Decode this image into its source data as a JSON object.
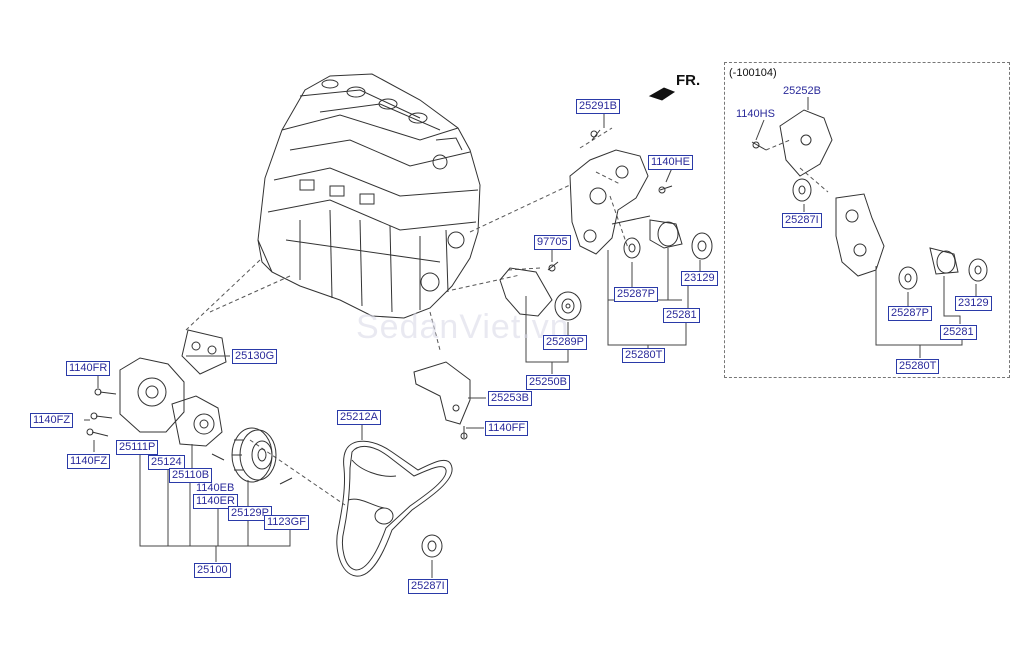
{
  "header": {
    "direction_label": "FR."
  },
  "variant_box": {
    "label": "(-100104)"
  },
  "watermark": "SedanViet.vn",
  "callouts": {
    "p25291B": "25291B",
    "p1140HE": "1140HE",
    "p97705": "97705",
    "p23129a": "23129",
    "p25287Pa": "25287P",
    "p25281a": "25281",
    "p25289P": "25289P",
    "p25280Ta": "25280T",
    "p25250B": "25250B",
    "p25253B": "25253B",
    "p1140FF": "1140FF",
    "p25212A": "25212A",
    "p25130G": "25130G",
    "p1140FR": "1140FR",
    "p1140FZa": "1140FZ",
    "p1140FZb": "1140FZ",
    "p25111P": "25111P",
    "p25124": "25124",
    "p25110B": "25110B",
    "p1140ER": "1140ER",
    "p25129P": "25129P",
    "p1123GF": "1123GF",
    "p25100": "25100",
    "p25287Ia": "25287I",
    "p25287Ib": "25287I",
    "p23129b": "23129",
    "p25287Pb": "25287P",
    "p25281b": "25281",
    "p25280Tb": "25280T"
  },
  "plain_labels": {
    "p1140HS": "1140HS",
    "p25252B": "25252B",
    "p1140EB": "1140EB"
  }
}
